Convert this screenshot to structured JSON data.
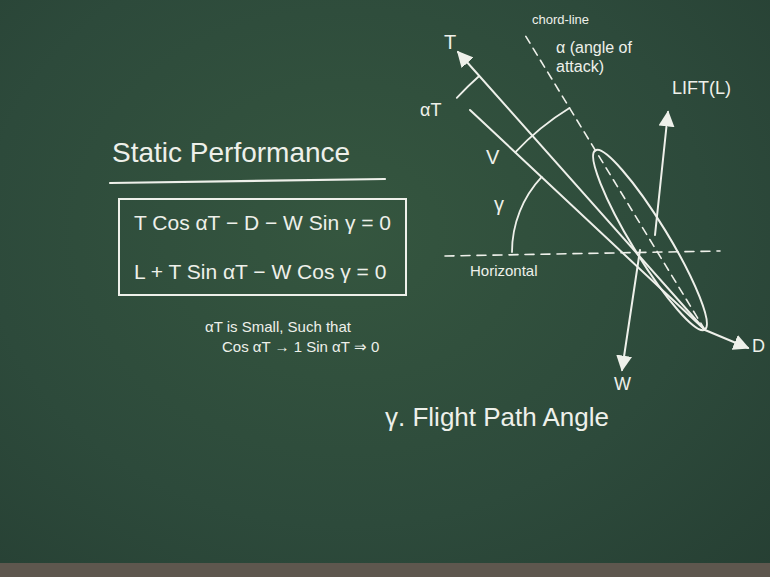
{
  "diagram": {
    "title": "Static Performance",
    "nodes": [
      {
        "text": [
          "T Cos αT − D − W Sin γ = 0",
          "L + T Sin αT − W Cos γ = 0"
        ]
      }
    ],
    "labels": [
      "αT is Small, Such that",
      "Cos αT → 1 Sin αT ⇒ 0",
      "chord-line",
      "T",
      "α (angle of attack)",
      "V",
      "αT",
      "γ",
      "Horizontal",
      "LIFT(L)",
      "W",
      "D",
      "γ. Flight Path Angle"
    ]
  }
}
